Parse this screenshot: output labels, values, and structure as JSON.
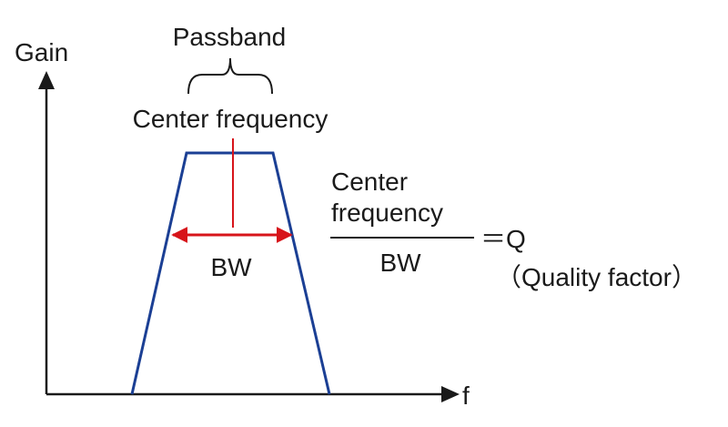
{
  "axes": {
    "y_label": "Gain",
    "x_label": "f"
  },
  "labels": {
    "passband": "Passband",
    "center_frequency": "Center frequency",
    "bw": "BW"
  },
  "formula": {
    "numerator_line1": "Center",
    "numerator_line2": "frequency",
    "denominator": "BW",
    "equals": "＝Q",
    "result": "（Quality factor）"
  },
  "colors": {
    "curve": "#1b3f94",
    "marker": "#d7141a",
    "axis": "#1a1a1a"
  }
}
